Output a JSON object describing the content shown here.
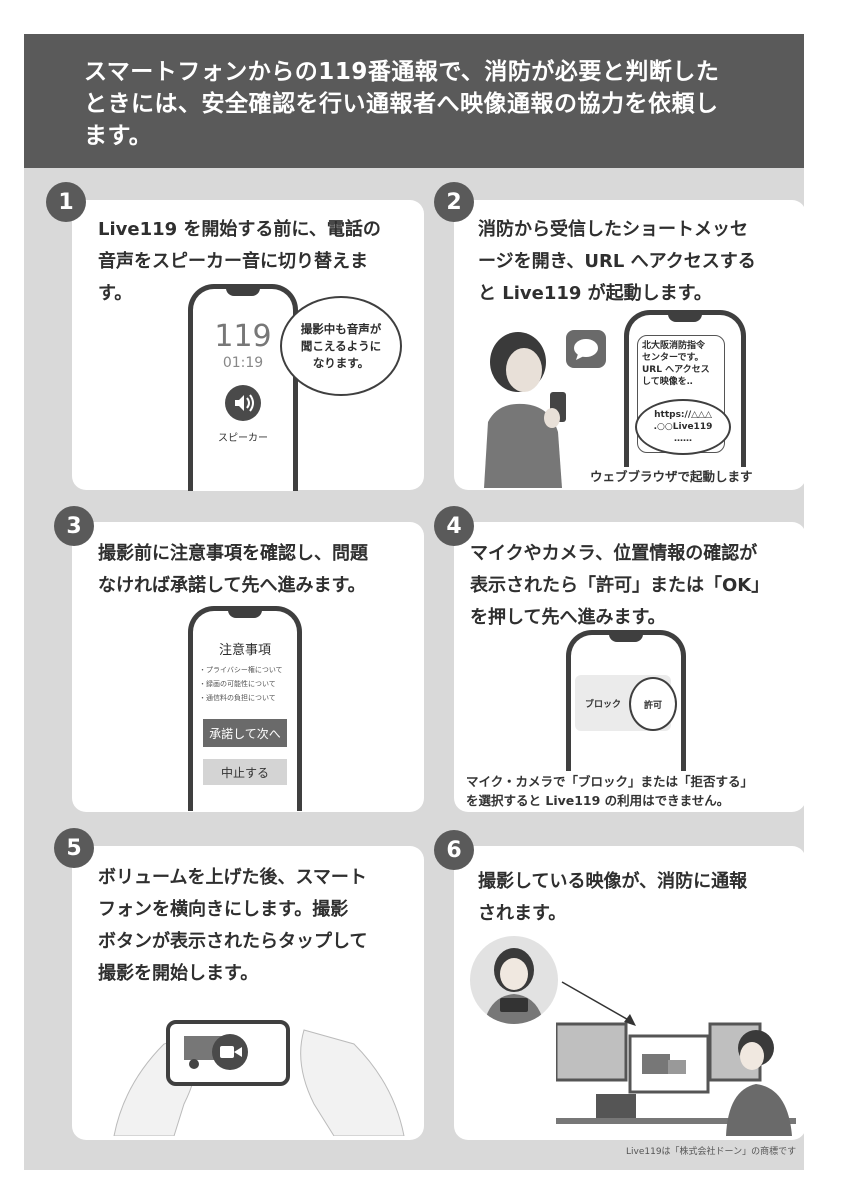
{
  "header": {
    "lines": [
      "スマートフォンからの119番通報で、消防が必要と判断した",
      "ときには、安全確認を行い通報者へ映像通報の協力を依頼し",
      "ます。"
    ]
  },
  "steps": [
    {
      "number": "1",
      "lines": [
        "Live119 を開始する前に、電話の",
        "音声をスピーカー音に切り替えま",
        "す。"
      ],
      "phone": {
        "number": "119",
        "time": "01:19",
        "speaker_label": "スピーカー"
      },
      "bubble": [
        "撮影中も音声が",
        "聞こえるように",
        "なります。"
      ]
    },
    {
      "number": "2",
      "lines": [
        "消防から受信したショートメッセ",
        "ージを開き、URL へアクセスする",
        "と Live119 が起動します。"
      ],
      "sms": [
        "北大阪消防指令",
        "センターです。",
        "URL へアクセス",
        "して映像を‥"
      ],
      "link": [
        "https://△△△",
        ".○○Live119",
        "……"
      ],
      "caption": "ウェブブラウザで起動します"
    },
    {
      "number": "3",
      "lines": [
        "撮影前に注意事項を確認し、問題",
        "なければ承諾して先へ進みます。"
      ],
      "notice_title": "注意事項",
      "notice_items": [
        "・プライバシー権について",
        "・録画の可能性について",
        "・通信料の負担について"
      ],
      "accept_label": "承諾して次へ",
      "cancel_label": "中止する"
    },
    {
      "number": "4",
      "lines": [
        "マイクやカメラ、位置情報の確認が",
        "表示されたら「許可」または「OK」",
        "を押して先へ進みます。"
      ],
      "block_label": "ブロック",
      "allow_label": "許可",
      "caption": [
        "マイク・カメラで「ブロック」または「拒否する」",
        "を選択すると Live119 の利用はできません。"
      ]
    },
    {
      "number": "5",
      "lines": [
        "ボリュームを上げた後、スマート",
        "フォンを横向きにします。撮影",
        "ボタンが表示されたらタップして",
        "撮影を開始します。"
      ]
    },
    {
      "number": "6",
      "lines": [
        "撮影している映像が、消防に通報",
        "されます。"
      ]
    }
  ],
  "footer_note": "Live119は「株式会社ドーン」の商標です",
  "colors": {
    "header_bg": "#5a5a5a",
    "page_bg": "#d9d9d9",
    "card_bg": "#ffffff",
    "accent": "#3f3f3f"
  }
}
